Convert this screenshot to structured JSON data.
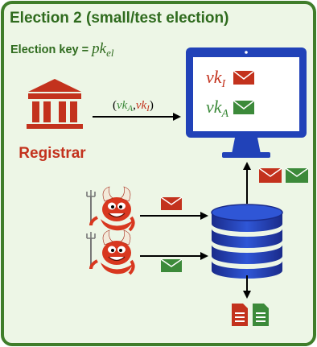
{
  "title": "Election 2 (small/test election)",
  "election_key": {
    "prefix": "Election key = ",
    "symbol": "pk",
    "subscript": "el"
  },
  "registrar": {
    "label": "Registrar"
  },
  "arrow_label": {
    "open": "(",
    "first_base": "vk",
    "first_sub": "A",
    "comma": ",",
    "second_base": "vk",
    "second_sub": "I",
    "close": ")"
  },
  "monitor": {
    "row1": {
      "base": "vk",
      "sub": "I"
    },
    "row2": {
      "base": "vk",
      "sub": "A"
    }
  },
  "colors": {
    "frame_green": "#3f7d2a",
    "panel_bg": "#edf6e6",
    "red": "#c3321d",
    "green": "#3c8a3a",
    "blue": "#2142b8",
    "navy": "#1a2b8a"
  }
}
